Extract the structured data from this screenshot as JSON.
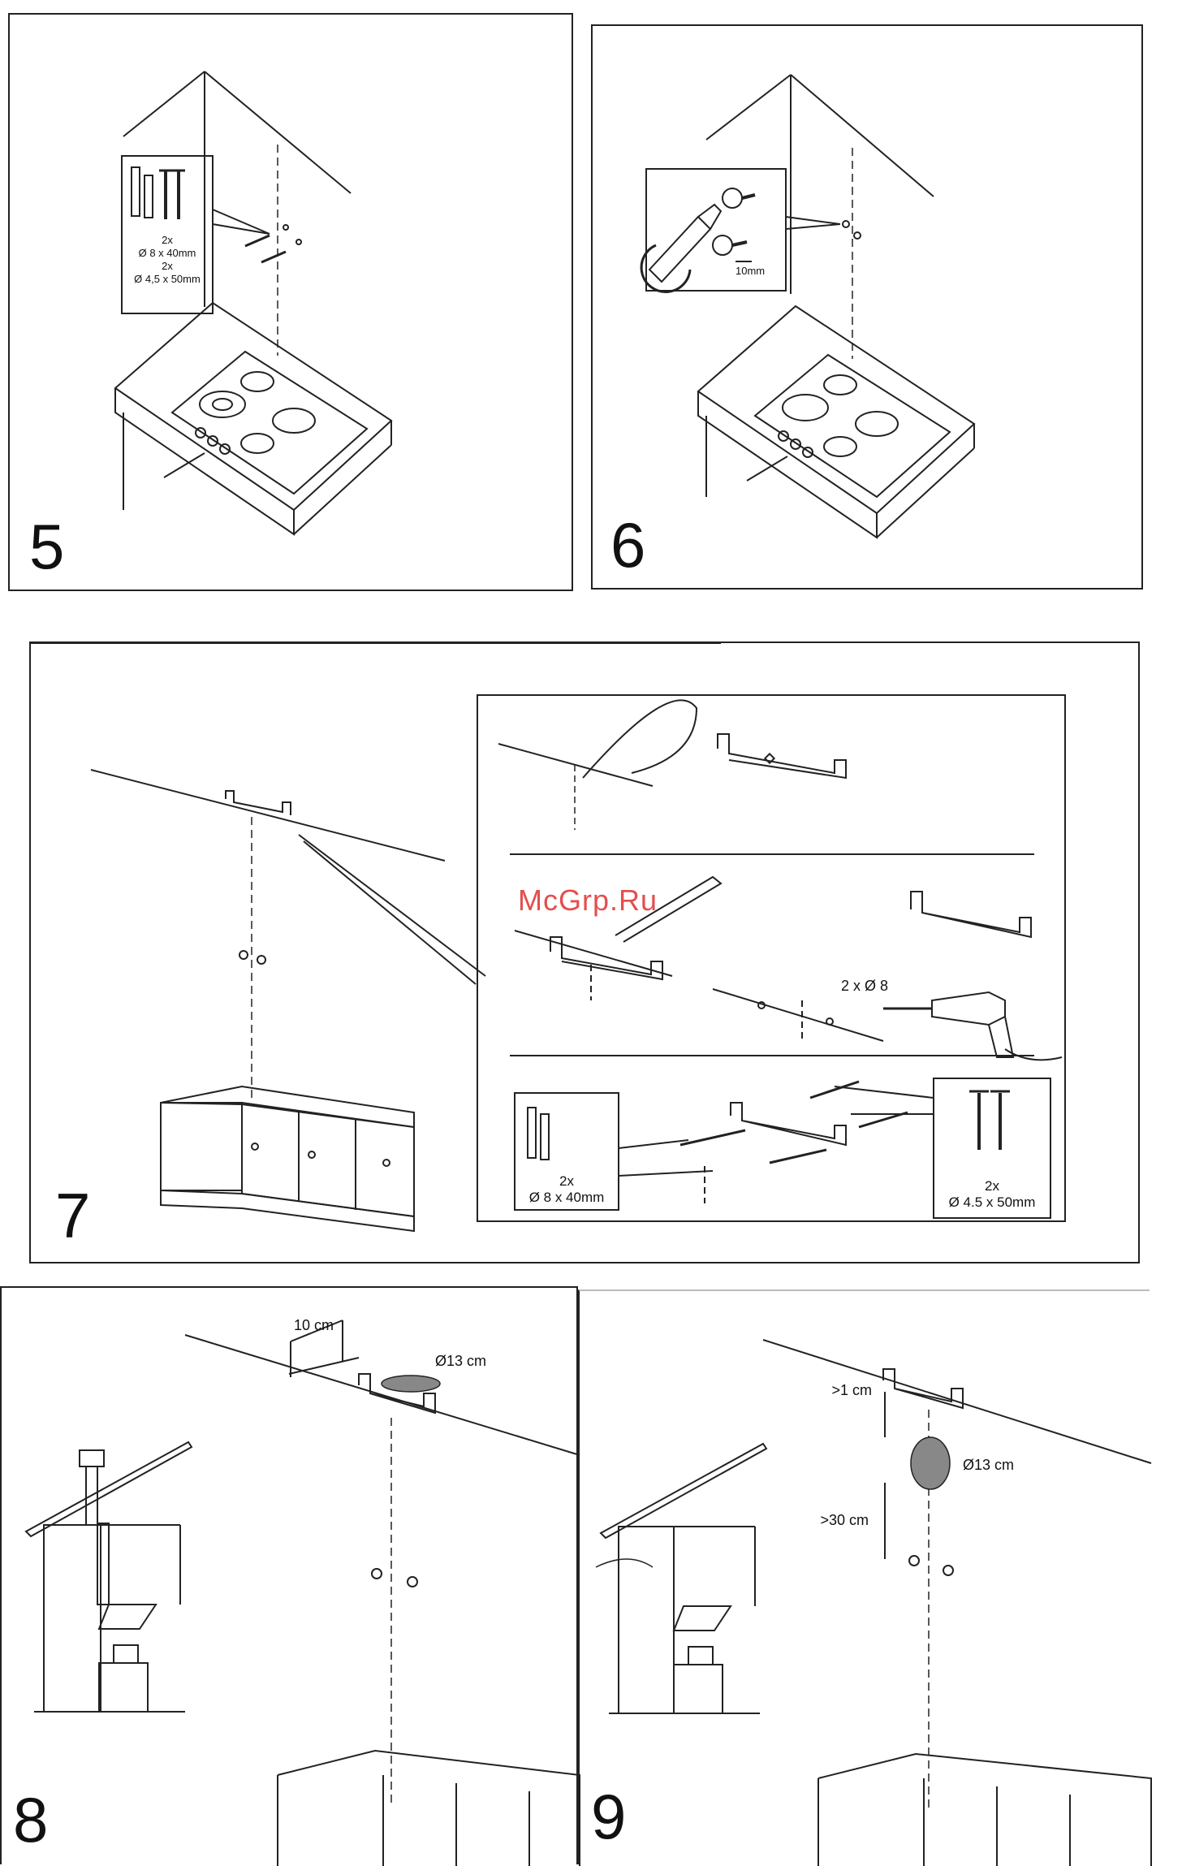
{
  "watermark": "McGrp.Ru",
  "steps": {
    "s5": {
      "number": "5",
      "qty1": "2x",
      "size1": "Ø 8 x 40mm",
      "qty2": "2x",
      "size2": "Ø 4,5 x 50mm"
    },
    "s6": {
      "number": "6",
      "depth": "10mm"
    },
    "s7": {
      "number": "7",
      "drill": "2 x Ø 8",
      "plug_qty": "2x",
      "plug_size": "Ø 8 x 40mm",
      "screw_qty": "2x",
      "screw_size": "Ø 4.5 x 50mm"
    },
    "s8": {
      "number": "8",
      "offset": "10 cm",
      "diameter": "Ø13 cm"
    },
    "s9": {
      "number": "9",
      "gap_top": ">1 cm",
      "diameter": "Ø13 cm",
      "gap_bottom": ">30 cm"
    }
  },
  "colors": {
    "line": "#222222",
    "hatch": "#888888",
    "accent": "#e03030"
  }
}
